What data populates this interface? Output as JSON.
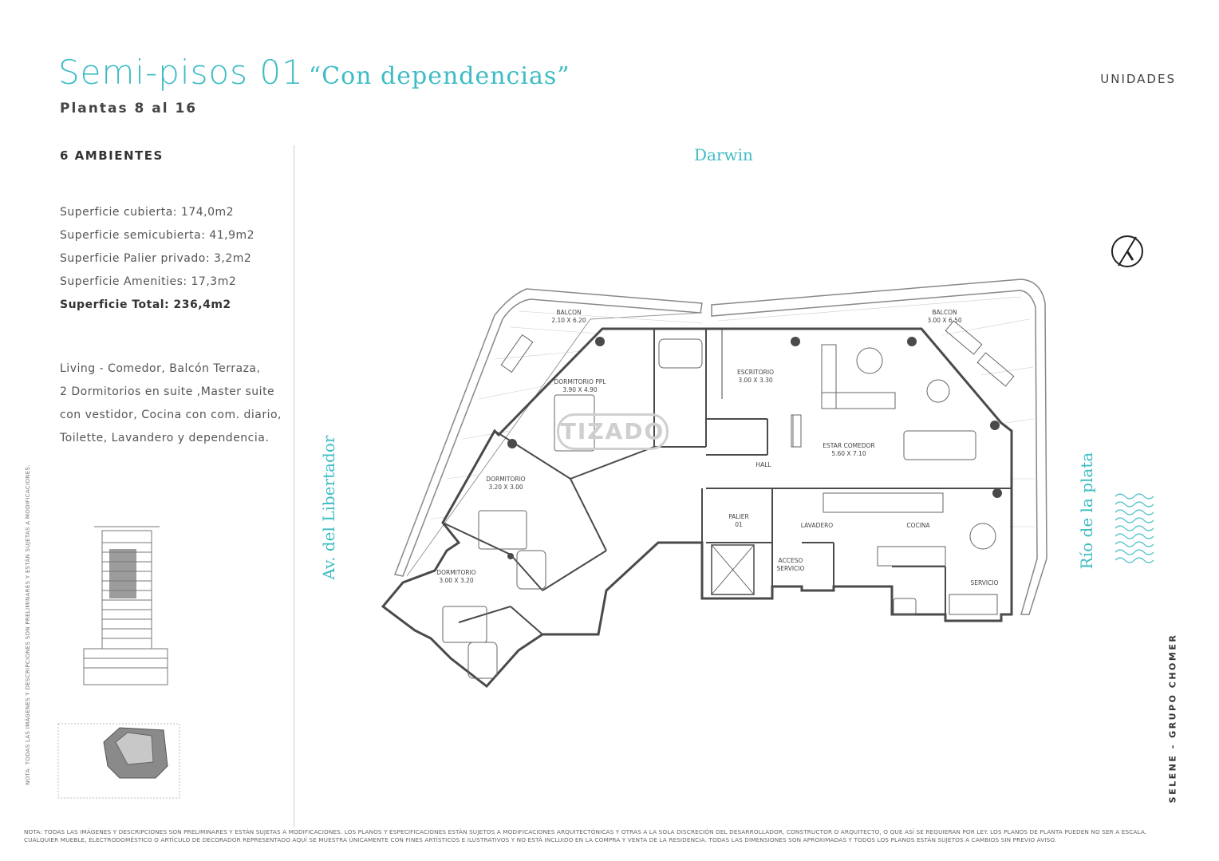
{
  "header": {
    "title": "Semi-pisos 01",
    "subtitle": "“Con dependencias”",
    "floors": "Plantas 8 al 16",
    "section": "UNIDADES"
  },
  "unit": {
    "rooms": "6 AMBIENTES",
    "specs": [
      "Superficie cubierta: 174,0m2",
      "Superficie semicubierta: 41,9m2",
      "Superficie Palier privado: 3,2m2",
      "Superficie Amenities: 17,3m2"
    ],
    "total": "Superficie Total: 236,4m2",
    "description": [
      "Living - Comedor, Balcón Terraza,",
      "2 Dormitorios en suite ,Master suite",
      "con vestidor, Cocina con com. diario,",
      "Toilette, Lavandero y dependencia."
    ]
  },
  "streets": {
    "top": "Darwin",
    "left": "Av. del Libertador",
    "right": "Río de la plata"
  },
  "plan_labels": {
    "balcon_left": [
      "BALCON",
      "2.10 X 6.20"
    ],
    "balcon_right": [
      "BALCON",
      "3.00 X 6.50"
    ],
    "dorm_ppl": [
      "DORMITORIO PPL",
      "3.90 X 4.90"
    ],
    "dorm_1": [
      "DORMITORIO",
      "3.20 X 3.00"
    ],
    "dorm_2": [
      "DORMITORIO",
      "3.00 X 3.20"
    ],
    "escritorio": [
      "ESCRITORIO",
      "3.00 X 3.30"
    ],
    "estar": [
      "ESTAR COMEDOR",
      "5.60 X 7.10"
    ],
    "hall": "HALL",
    "palier": [
      "PALIER",
      "01"
    ],
    "lavadero": "LAVADERO",
    "cocina": "COCINA",
    "acceso": [
      "ACCESO",
      "SERVICIO"
    ],
    "servicio": "SERVICIO"
  },
  "watermark": "TIZADO",
  "vertical_note": "NOTA: TODAS LAS IMÁGENES Y DESCRIPCIONES SON PRELIMINARES Y ESTÁN SUJETAS A MODIFICACIONES.",
  "brand": "SELENE - GRUPO CHOMER",
  "footer": [
    "NOTA: TODAS LAS IMÁGENES Y DESCRIPCIONES SON PRELIMINARES Y ESTÁN SUJETAS A MODIFICACIONES. LOS PLANOS Y ESPECIFICACIONES ESTÁN SUJETOS A MODIFICACIONES ARQUITECTÓNICAS Y OTRAS A LA SOLA DISCRECIÓN DEL DESARROLLADOR, CONSTRUCTOR O ARQUITECTO, O QUE ASÍ SE REQUIERAN POR LEY. LOS PLANOS DE PLANTA PUEDEN NO SER A ESCALA.",
    "CUALQUIER MUEBLE, ELECTRODOMÉSTICO O ARTÍCULO DE DECORADOR REPRESENTADO AQUÍ SE MUESTRA ÚNICAMENTE CON FINES ARTÍSTICOS E ILUSTRATIVOS Y NO ESTÁ INCLUIDO EN LA COMPRA Y VENTA DE LA RESIDENCIA. TODAS LAS DIMENSIONES SON APROXIMADAS Y TODOS LOS PLANOS ESTÁN SUJETOS A CAMBIOS SIN PREVIO AVISO."
  ],
  "colors": {
    "accent": "#3dbcc4",
    "wall": "#4a4a4a",
    "text": "#3a3a3a"
  }
}
